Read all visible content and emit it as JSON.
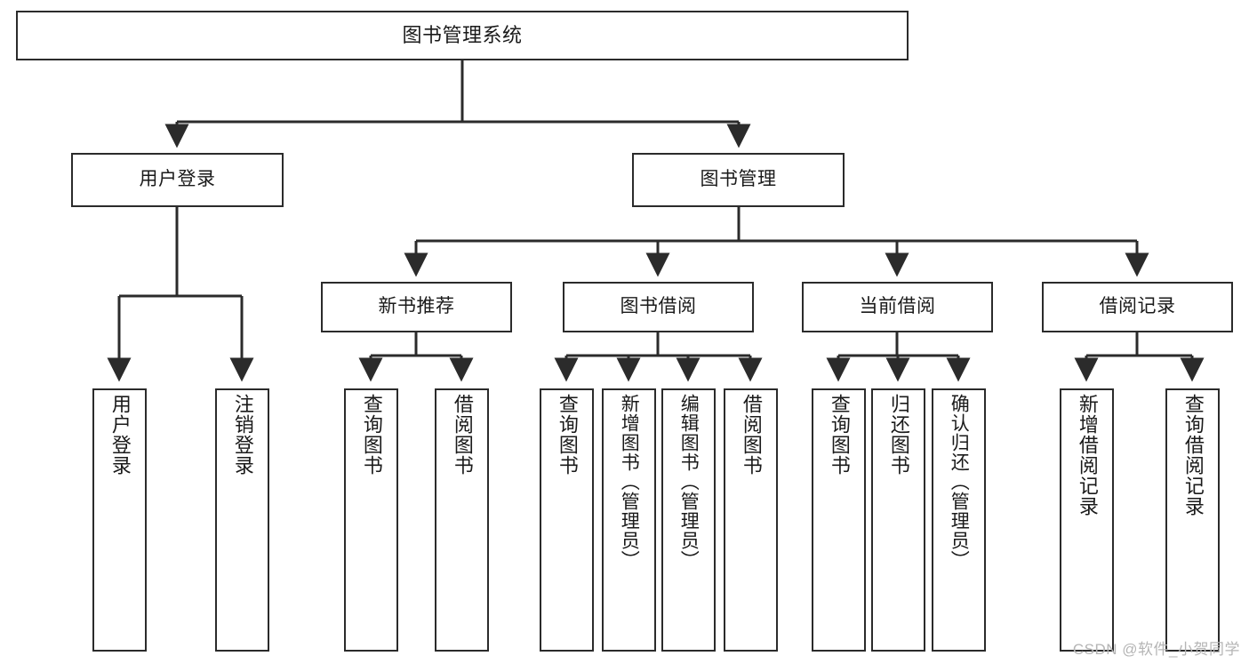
{
  "diagram": {
    "title": "图书管理系统",
    "type": "tree-structure-chart",
    "line_color": "#2b2b2b",
    "box_fill": "#ffffff",
    "text_color": "#1a1a1a",
    "watermark": "CSDN @软件_小贺同学",
    "root": {
      "label": "图书管理系统"
    },
    "level2": [
      {
        "label": "用户登录"
      },
      {
        "label": "图书管理"
      }
    ],
    "level3": [
      {
        "label": "新书推荐"
      },
      {
        "label": "图书借阅"
      },
      {
        "label": "当前借阅"
      },
      {
        "label": "借阅记录"
      }
    ],
    "leaves": {
      "user_login": [
        {
          "label": "用户登录"
        },
        {
          "label": "注销登录"
        }
      ],
      "new_book_recommend": [
        {
          "label": "查询图书"
        },
        {
          "label": "借阅图书"
        }
      ],
      "book_borrow": [
        {
          "label": "查询图书"
        },
        {
          "label": "新增图书（管理员）"
        },
        {
          "label": "编辑图书（管理员）"
        },
        {
          "label": "借阅图书"
        }
      ],
      "current_borrow": [
        {
          "label": "查询图书"
        },
        {
          "label": "归还图书"
        },
        {
          "label": "确认归还（管理员）"
        }
      ],
      "borrow_record": [
        {
          "label": "新增借阅记录"
        },
        {
          "label": "查询借阅记录"
        }
      ]
    }
  }
}
